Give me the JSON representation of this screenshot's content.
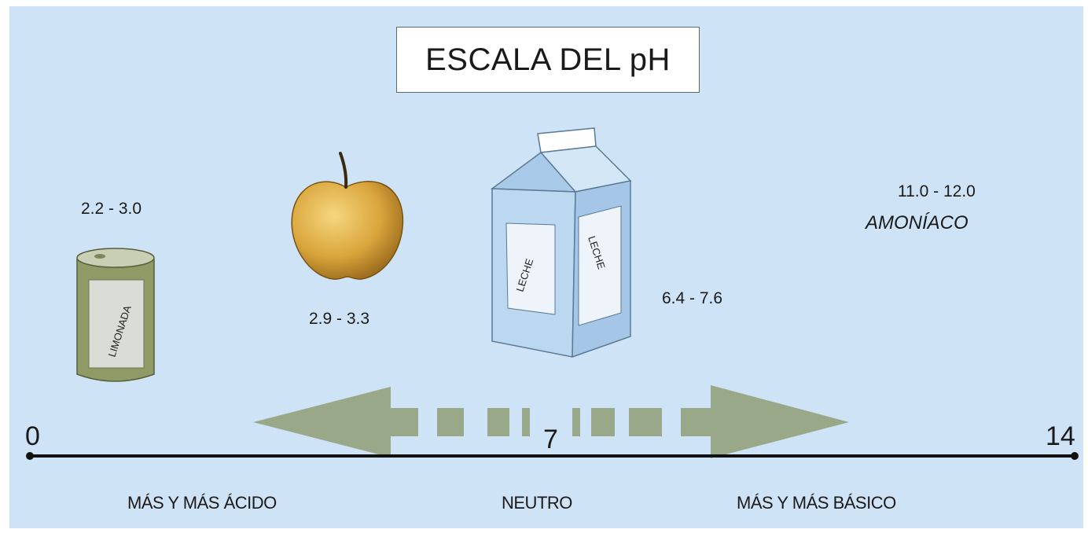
{
  "title": "ESCALA DEL pH",
  "scale": {
    "min_label": "0",
    "mid_label": "7",
    "max_label": "14"
  },
  "items": {
    "lemonade": {
      "range": "2.2 - 3.0",
      "can_label": "LIMONADA"
    },
    "apple": {
      "range": "2.9 - 3.3"
    },
    "milk": {
      "range": "6.4 - 7.6",
      "carton_label_front": "LECHE",
      "carton_label_side": "LECHE"
    },
    "ammonia": {
      "range": "11.0 - 12.0",
      "name": "AMONÍACO"
    }
  },
  "regions": {
    "acid": "MÁS Y MÁS ÁCIDO",
    "neutral": "NEUTRO",
    "basic": "MÁS Y MÁS BÁSICO"
  },
  "colors": {
    "background": "#cfe3f6",
    "arrow": "#9aa88a",
    "carton": "#bcd8f0",
    "apple": "#d9a53c",
    "can": "#8f9a66"
  }
}
